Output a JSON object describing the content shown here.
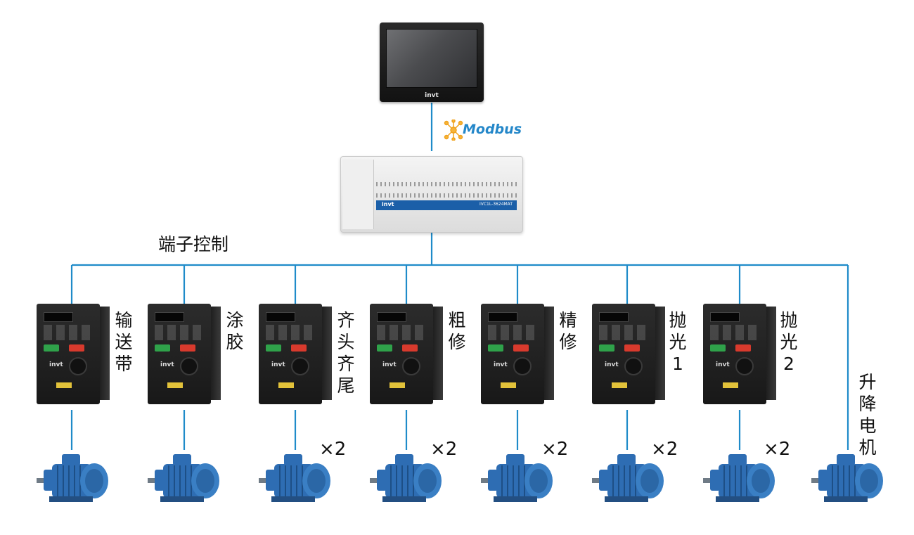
{
  "title_terminal": "端子控制",
  "hmi": {
    "brand": "invt"
  },
  "modbus": {
    "label": "Modbus"
  },
  "plc": {
    "brand": "invt",
    "model": "IVC1L-3624MAT"
  },
  "inverter_brand": "invt",
  "stations": [
    {
      "label": "输送带",
      "multiplier": ""
    },
    {
      "label": "涂胶",
      "multiplier": ""
    },
    {
      "label": "齐头齐尾",
      "multiplier": "×2"
    },
    {
      "label": "粗修",
      "multiplier": "×2"
    },
    {
      "label": "精修",
      "multiplier": "×2"
    },
    {
      "label": "抛光1",
      "multiplier": "×2"
    },
    {
      "label": "抛光2",
      "multiplier": "×2"
    }
  ],
  "lift_motor_label": "升降电机",
  "colors": {
    "line": "#1f8bc9",
    "motor": "#2e6db3",
    "modbus_text": "#2487c9"
  }
}
